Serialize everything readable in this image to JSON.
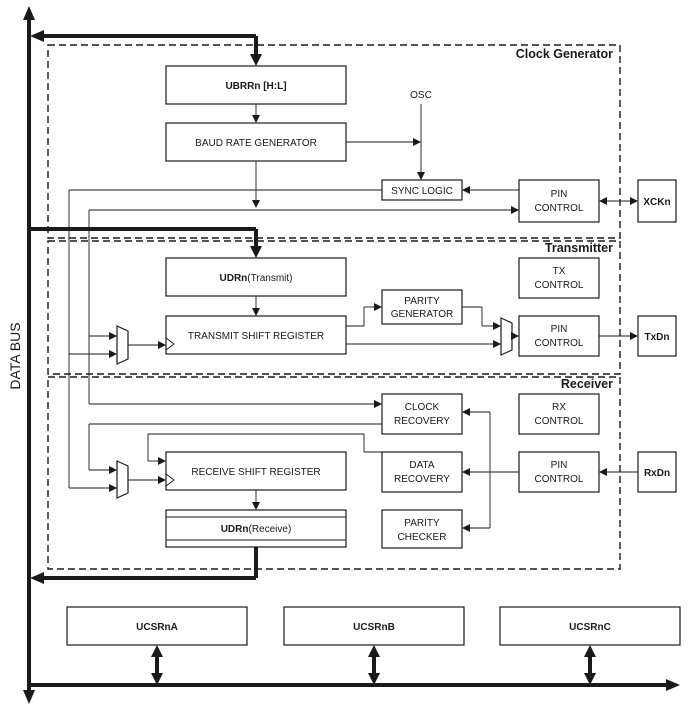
{
  "diagram": {
    "data_bus": "DATA BUS",
    "sections": {
      "clock_generator": "Clock Generator",
      "transmitter": "Transmitter",
      "receiver": "Receiver"
    },
    "blocks": {
      "ubrr": "UBRRn [H:L]",
      "baud_rate_generator": "BAUD RATE GENERATOR",
      "osc": "OSC",
      "sync_logic": "SYNC LOGIC",
      "xck_pin_control_1": "PIN",
      "xck_pin_control_2": "CONTROL",
      "xckn": "XCKn",
      "udr_tx_bold": "UDRn",
      "udr_tx_rest": "(Transmit)",
      "tx_control_1": "TX",
      "tx_control_2": "CONTROL",
      "parity_generator_1": "PARITY",
      "parity_generator_2": "GENERATOR",
      "transmit_shift_register": "TRANSMIT SHIFT REGISTER",
      "tx_pin_control_1": "PIN",
      "tx_pin_control_2": "CONTROL",
      "txdn": "TxDn",
      "clock_recovery_1": "CLOCK",
      "clock_recovery_2": "RECOVERY",
      "rx_control_1": "RX",
      "rx_control_2": "CONTROL",
      "receive_shift_register": "RECEIVE SHIFT REGISTER",
      "data_recovery_1": "DATA",
      "data_recovery_2": "RECOVERY",
      "rx_pin_control_1": "PIN",
      "rx_pin_control_2": "CONTROL",
      "rxdn": "RxDn",
      "udr_rx_bold": "UDRn",
      "udr_rx_rest": "(Receive)",
      "parity_checker_1": "PARITY",
      "parity_checker_2": "CHECKER",
      "ucsra": "UCSRnA",
      "ucsrb": "UCSRnB",
      "ucsrc": "UCSRnC"
    }
  }
}
